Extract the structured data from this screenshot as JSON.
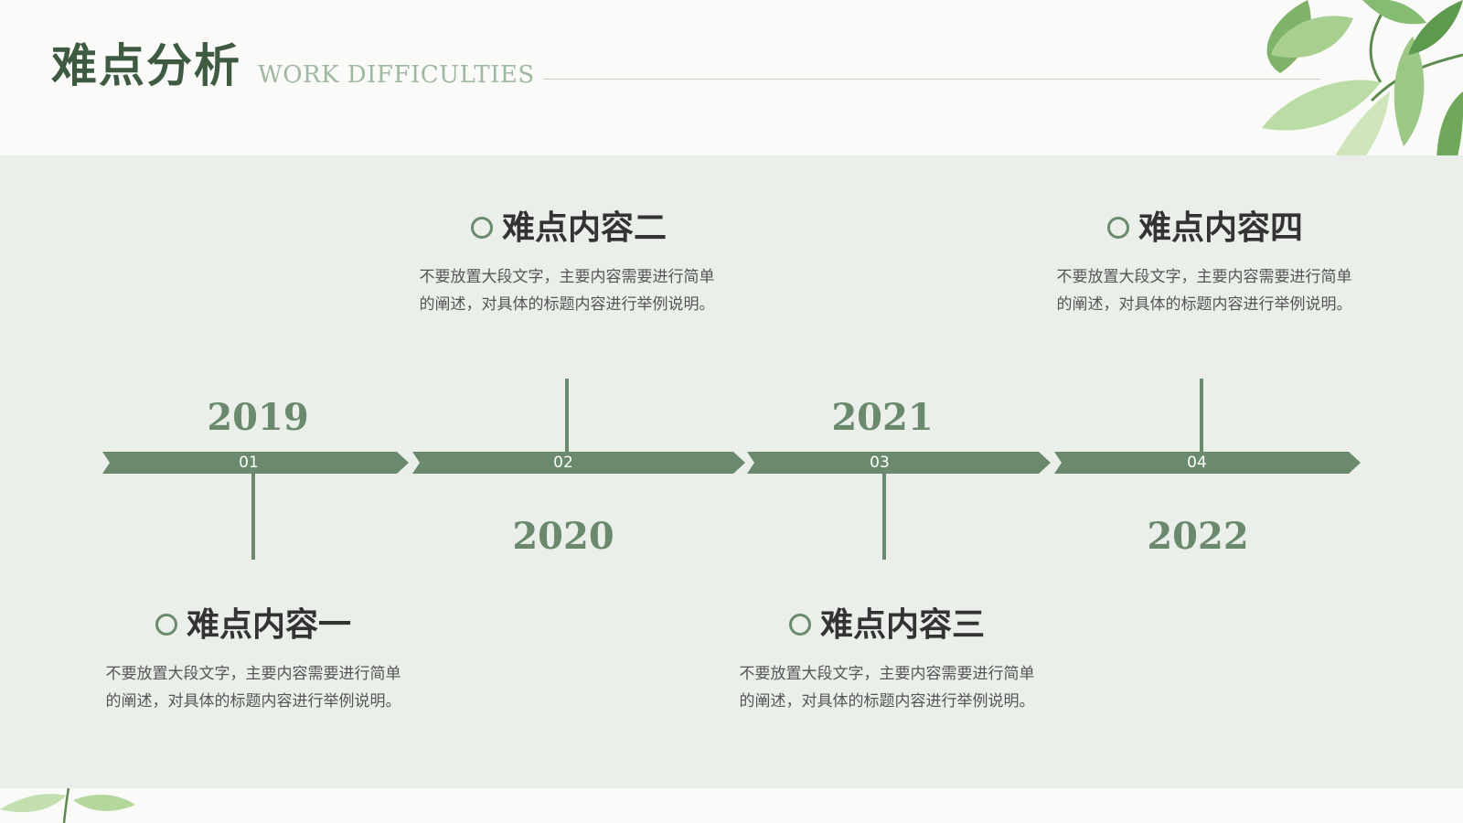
{
  "header": {
    "title": "难点分析",
    "subtitle": "WORK DIFFICULTIES"
  },
  "colors": {
    "accent": "#6b8a6d",
    "title": "#3e5a41",
    "subtitle": "#9fb8a0",
    "band": "#eaefea",
    "heading": "#333333",
    "body": "#555555"
  },
  "timeline": {
    "items": [
      {
        "number": "01",
        "year": "2019",
        "title": "难点内容一",
        "desc": "不要放置大段文字，主要内容需要进行简单的阐述，对具体的标题内容进行举例说明。"
      },
      {
        "number": "02",
        "year": "2020",
        "title": "难点内容二",
        "desc": "不要放置大段文字，主要内容需要进行简单的阐述，对具体的标题内容进行举例说明。"
      },
      {
        "number": "03",
        "year": "2021",
        "title": "难点内容三",
        "desc": "不要放置大段文字，主要内容需要进行简单的阐述，对具体的标题内容进行举例说明。"
      },
      {
        "number": "04",
        "year": "2022",
        "title": "难点内容四",
        "desc": "不要放置大段文字，主要内容需要进行简单的阐述，对具体的标题内容进行举例说明。"
      }
    ]
  }
}
